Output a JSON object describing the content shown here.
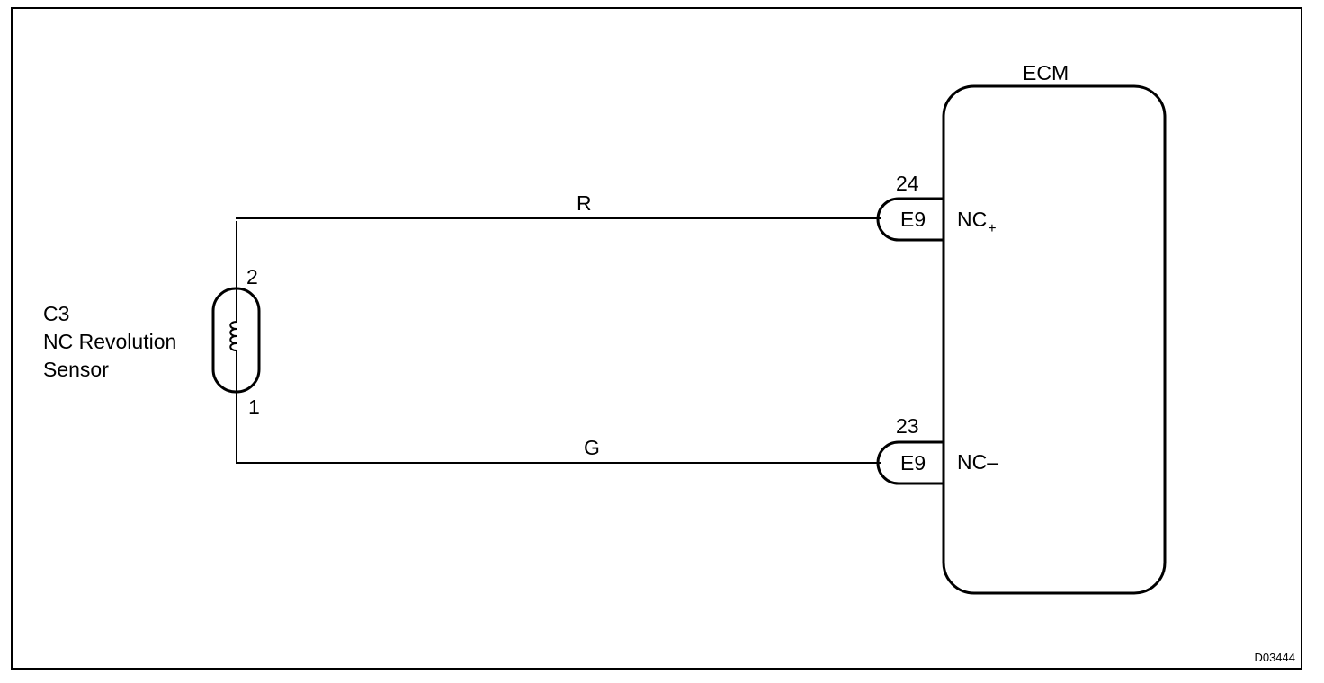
{
  "sensor": {
    "code": "C3",
    "name_line1": "NC Revolution",
    "name_line2": "Sensor",
    "pin_top": "2",
    "pin_bottom": "1"
  },
  "wires": [
    {
      "color_code": "R"
    },
    {
      "color_code": "G"
    }
  ],
  "connectors": [
    {
      "pin": "24",
      "label": "E9",
      "terminal": "NC",
      "polarity": "+"
    },
    {
      "pin": "23",
      "label": "E9",
      "terminal": "NC",
      "polarity": "–"
    }
  ],
  "ecm": {
    "label": "ECM"
  },
  "figure_code": "D03444"
}
